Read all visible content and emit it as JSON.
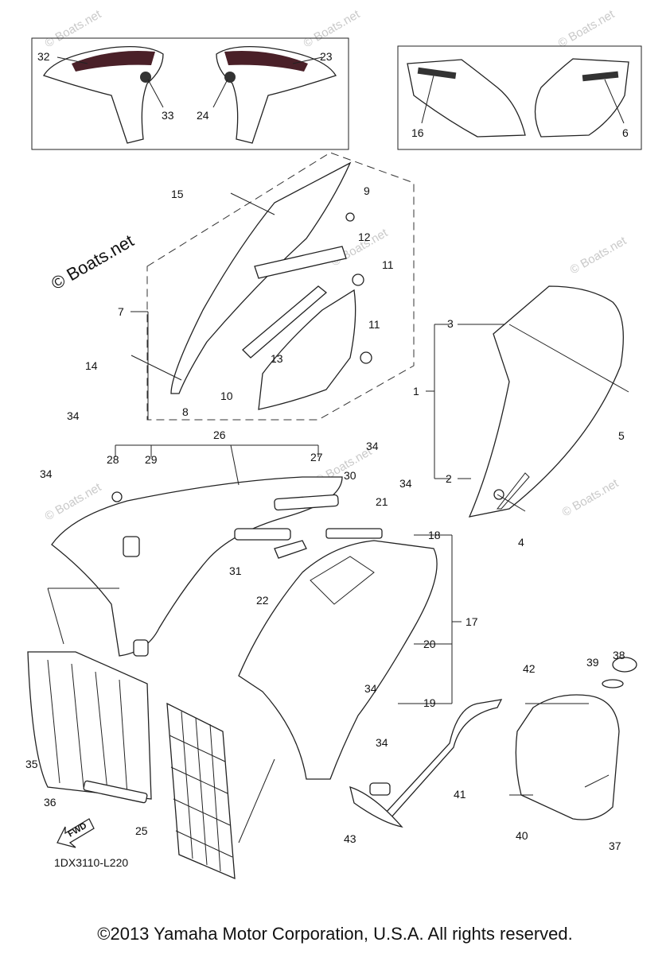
{
  "diagram": {
    "code": "1DX3110-L220",
    "fwd_label": "FWD",
    "watermark": "© Boats.net",
    "watermark_small": "© Boats.net",
    "copyright": "©2013 Yamaha Motor Corporation, U.S.A. All rights reserved."
  },
  "callouts": {
    "n1": "1",
    "n2": "2",
    "n3": "3",
    "n4": "4",
    "n5": "5",
    "n6": "6",
    "n7": "7",
    "n8": "8",
    "n9": "9",
    "n10": "10",
    "n11a": "11",
    "n11b": "11",
    "n12": "12",
    "n13": "13",
    "n14": "14",
    "n15": "15",
    "n16": "16",
    "n17": "17",
    "n18": "18",
    "n19": "19",
    "n20": "20",
    "n21": "21",
    "n22": "22",
    "n23": "23",
    "n24": "24",
    "n25": "25",
    "n26": "26",
    "n27": "27",
    "n28": "28",
    "n29": "29",
    "n30": "30",
    "n31": "31",
    "n32": "32",
    "n33": "33",
    "n34a": "34",
    "n34b": "34",
    "n34c": "34",
    "n34d": "34",
    "n34e": "34",
    "n34f": "34",
    "n35": "35",
    "n36": "36",
    "n37": "37",
    "n38": "38",
    "n39": "39",
    "n40": "40",
    "n41": "41",
    "n42": "42",
    "n43": "43"
  }
}
